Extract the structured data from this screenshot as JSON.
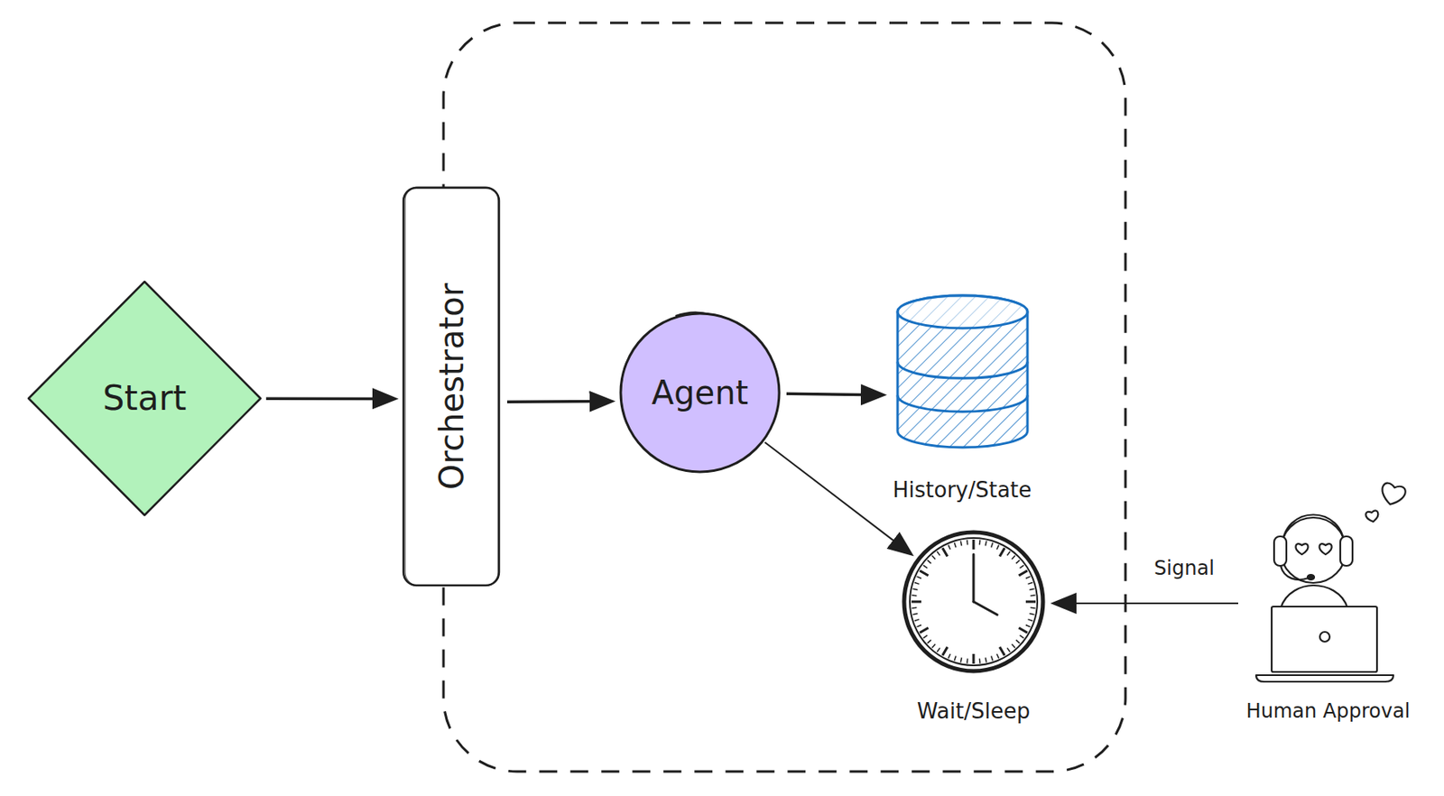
{
  "diagram": {
    "nodes": [
      {
        "text": [
          "Start"
        ]
      },
      {
        "text": [
          "Orchestrator"
        ]
      },
      {
        "text": [
          "Agent"
        ]
      },
      {
        "text": [
          "History/State"
        ]
      },
      {
        "text": [
          "Wait/Sleep"
        ]
      },
      {
        "text": [
          "Human Approval"
        ]
      }
    ],
    "edges": [
      {
        "from": 0,
        "to": 1,
        "arrow": "to"
      },
      {
        "from": 1,
        "to": 2,
        "arrow": "to"
      },
      {
        "from": 2,
        "to": 3,
        "arrow": "to"
      },
      {
        "from": 2,
        "to": 4,
        "arrow": "to"
      },
      {
        "from": 5,
        "to": 4,
        "label": "Signal",
        "arrow": "to"
      }
    ]
  }
}
